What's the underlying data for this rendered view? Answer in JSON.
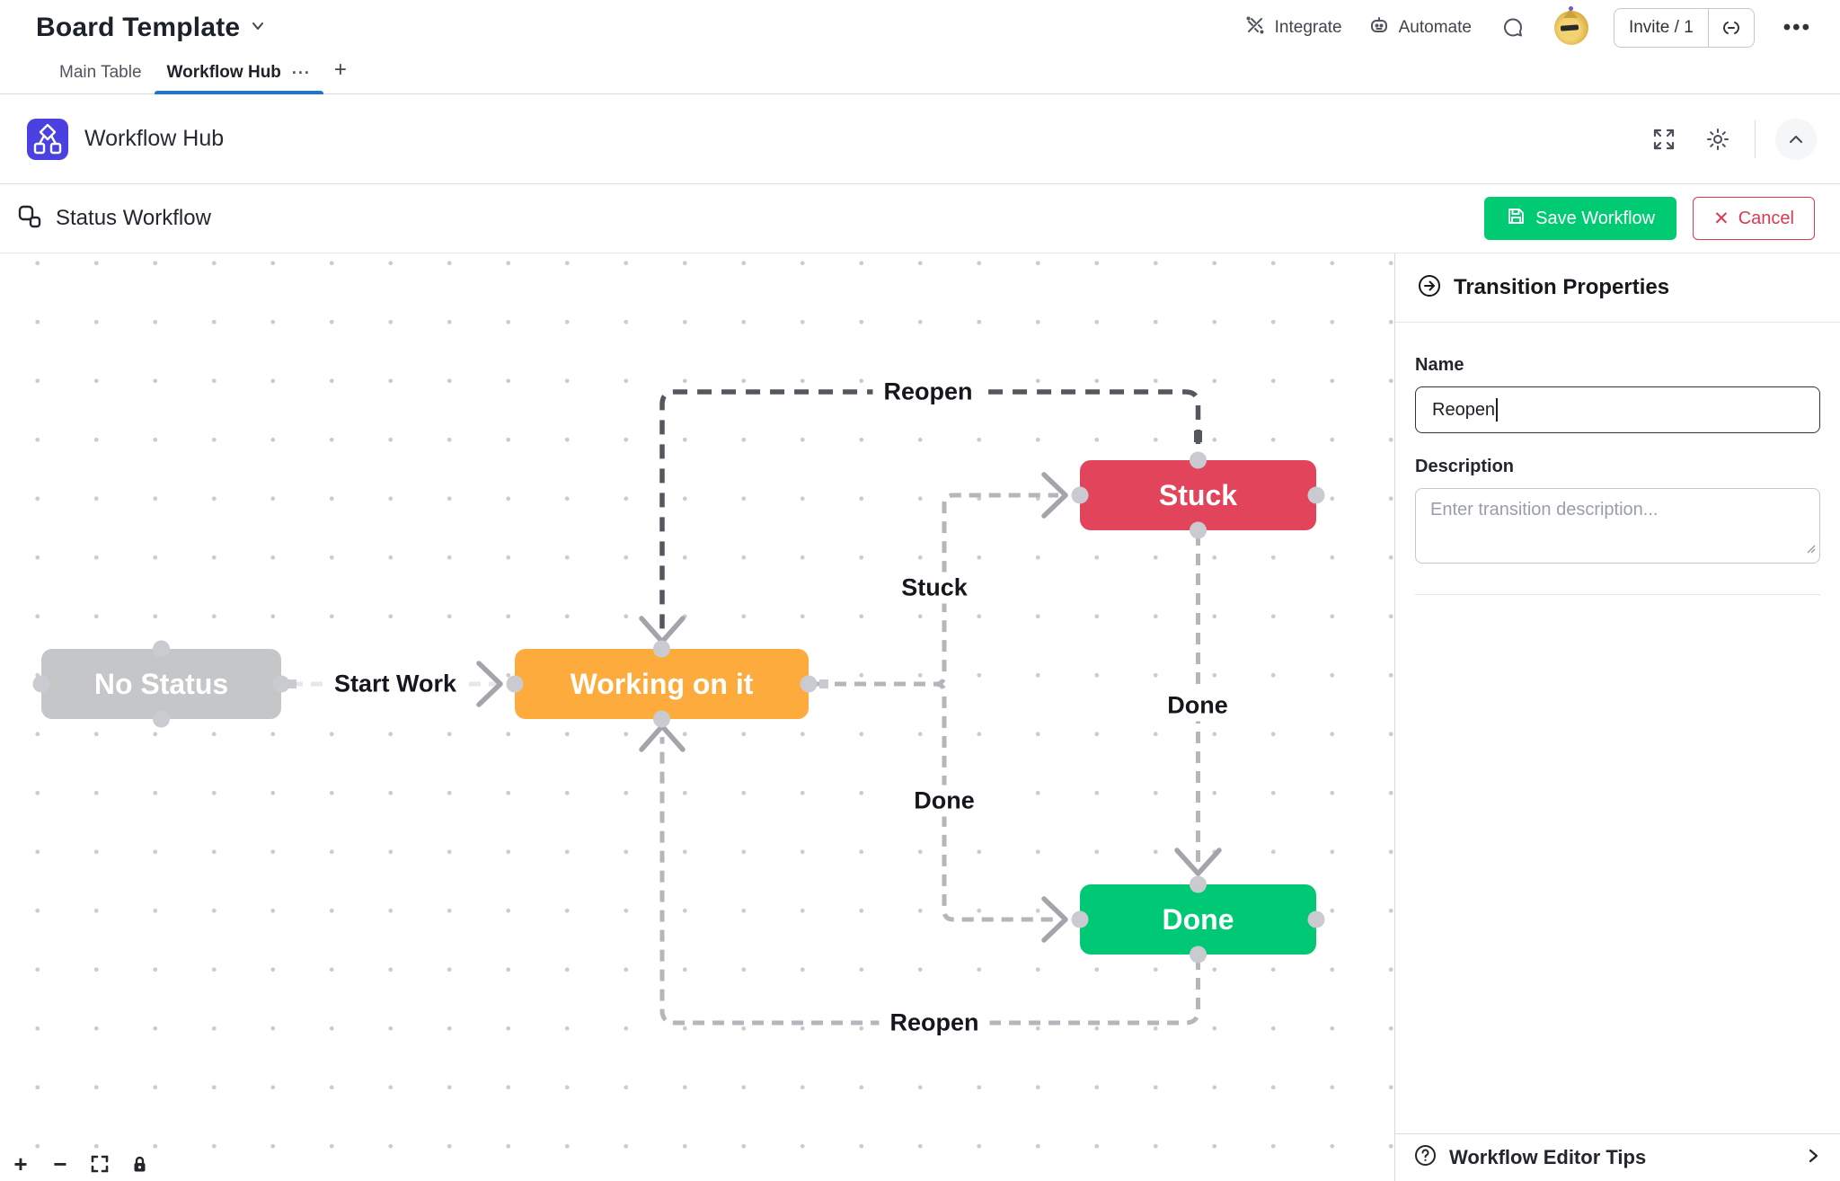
{
  "header": {
    "board_title": "Board Template",
    "integrate_label": "Integrate",
    "automate_label": "Automate",
    "invite_label": "Invite / 1",
    "menu_dots": "•••"
  },
  "tabs": {
    "main_table": "Main Table",
    "workflow_hub": "Workflow Hub",
    "more_dots": "···",
    "add_tab": "+"
  },
  "hub": {
    "title": "Workflow Hub"
  },
  "toolbar": {
    "title": "Status Workflow",
    "save_label": "Save Workflow",
    "cancel_label": "Cancel",
    "cancel_x": "✕"
  },
  "canvas": {
    "nodes": [
      {
        "id": "no-status",
        "label": "No Status",
        "color": "#c4c6c8"
      },
      {
        "id": "working-on-it",
        "label": "Working on it",
        "color": "#fdab3d"
      },
      {
        "id": "stuck",
        "label": "Stuck",
        "color": "#e2445c"
      },
      {
        "id": "done",
        "label": "Done",
        "color": "#00c875"
      }
    ],
    "transitions": [
      {
        "label": "Start Work",
        "from": "No Status",
        "to": "Working on it"
      },
      {
        "label": "Stuck",
        "from": "Working on it",
        "to": "Stuck"
      },
      {
        "label": "Done",
        "from": "Working on it",
        "to": "Done"
      },
      {
        "label": "Done",
        "from": "Stuck",
        "to": "Done"
      },
      {
        "label": "Reopen",
        "from": "Stuck",
        "to": "Working on it",
        "selected": true
      },
      {
        "label": "Reopen",
        "from": "Done",
        "to": "Working on it"
      }
    ],
    "zoom_controls": {
      "zoom_in": "+",
      "zoom_out": "−"
    }
  },
  "panel": {
    "title": "Transition Properties",
    "name_label": "Name",
    "name_value": "Reopen",
    "description_label": "Description",
    "description_placeholder": "Enter transition description...",
    "tips_label": "Workflow Editor Tips"
  },
  "colors": {
    "accent_blue": "#1f76d2",
    "save_green": "#00ca72",
    "cancel_red": "#d83a52",
    "hub_icon_indigo": "#4b41e0",
    "edge_selected_dark": "#54575e",
    "edge_light": "#b4b6bb",
    "connector_gray": "#c9cbd1"
  }
}
